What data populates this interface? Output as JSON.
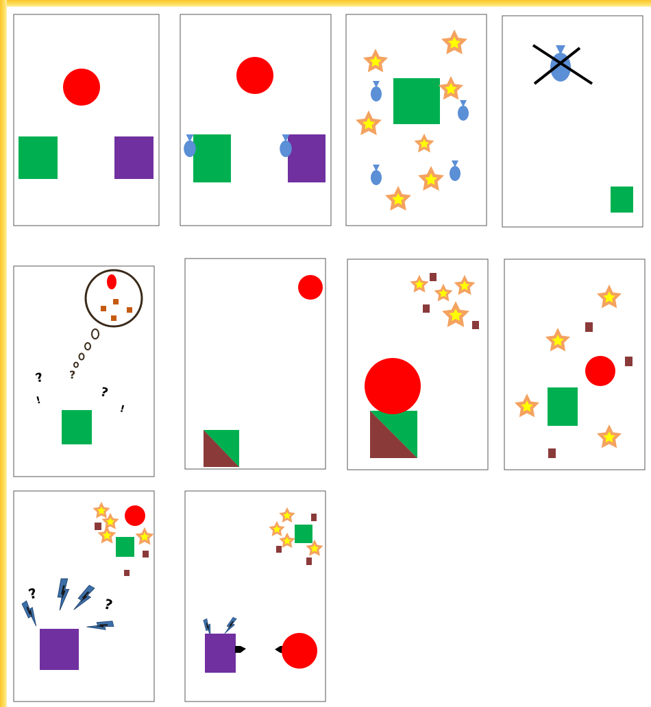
{
  "frame_color": "#fcc52b",
  "colors": {
    "circle": "#ff0000",
    "green_square": "#00b050",
    "purple_square": "#7030a0",
    "brown": "#8b3a3a",
    "orange_small": "#c55a11",
    "balloon": "#5b8fd6",
    "star_outer": "#f4a260",
    "star_inner": "#ffff00",
    "lightning": "#3b6fa8",
    "thought_bubble": "#3a2a1a",
    "question_mark": "#000000"
  },
  "marks": {
    "question": "?",
    "exclamation": "!"
  },
  "panels": [
    {
      "id": 1,
      "content": [
        "red-circle",
        "green-square",
        "purple-square"
      ]
    },
    {
      "id": 2,
      "content": [
        "red-circle",
        "green-square",
        "purple-square",
        "balloons"
      ]
    },
    {
      "id": 3,
      "content": [
        "green-square",
        "stars",
        "balloons"
      ]
    },
    {
      "id": 4,
      "content": [
        "crossed-out-balloon",
        "small-green-square"
      ]
    },
    {
      "id": 5,
      "content": [
        "thought-bubble",
        "question-marks",
        "green-square"
      ]
    },
    {
      "id": 6,
      "content": [
        "red-circle",
        "split-square"
      ]
    },
    {
      "id": 7,
      "content": [
        "red-circle",
        "split-square",
        "stars",
        "brown-squares"
      ]
    },
    {
      "id": 8,
      "content": [
        "red-circle",
        "green-square",
        "stars",
        "brown-squares"
      ]
    },
    {
      "id": 9,
      "content": [
        "lightning",
        "purple-square",
        "question-marks",
        "red-circle",
        "green-square",
        "stars"
      ]
    },
    {
      "id": 10,
      "content": [
        "lightning",
        "purple-square",
        "red-circle",
        "green-square",
        "stars",
        "arrows"
      ]
    }
  ]
}
